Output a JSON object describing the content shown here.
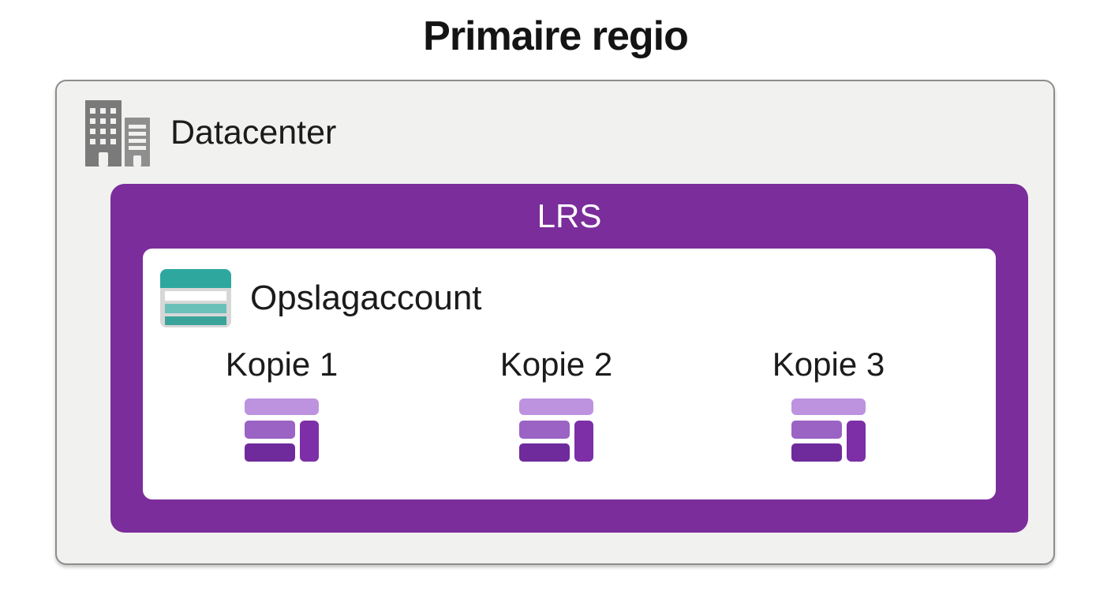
{
  "title": "Primaire regio",
  "datacenter": {
    "label": "Datacenter"
  },
  "lrs": {
    "label": "LRS"
  },
  "storage": {
    "label": "Opslagaccount"
  },
  "copies": [
    {
      "label": "Kopie 1"
    },
    {
      "label": "Kopie 2"
    },
    {
      "label": "Kopie 3"
    }
  ],
  "icons": {
    "datacenter": "datacenter-buildings-icon",
    "storage": "storage-account-table-icon",
    "copy": "storage-copy-stacked-bars-icon"
  },
  "colors": {
    "background": "#ffffff",
    "title_color": "#141414",
    "text_color": "#1b1b1b",
    "outer_box_fill": "#f1f1ef",
    "outer_box_border": "#8d8d8d",
    "lrs_box_fill": "#7b2d9b",
    "lrs_text_color": "#ffffff",
    "inner_box_fill": "#ffffff",
    "building_left": "#7a7a7a",
    "building_right": "#8f8f8f",
    "storage_body": "#d7d7d7",
    "storage_top": "#2ea89f",
    "storage_row_light": "#69c1b9",
    "storage_row_dark": "#3aa49b",
    "copy_bar_top": "#bd93df",
    "copy_bar_mid": "#9b63c4",
    "copy_bar_bottom": "#6f2b9c",
    "copy_bar_side": "#7c2fa6"
  }
}
